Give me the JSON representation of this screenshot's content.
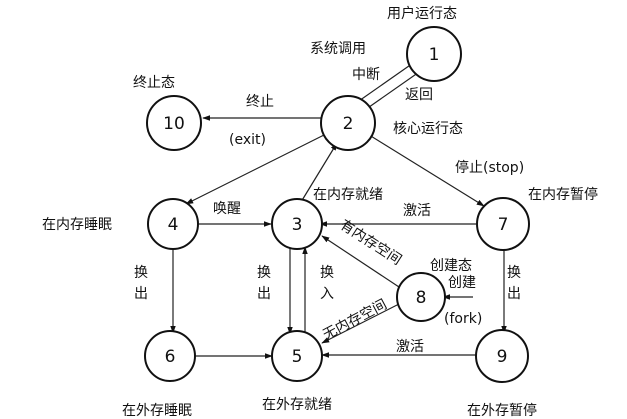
{
  "nodes": [
    {
      "id": "1",
      "label": "1",
      "caption": "用户运行态"
    },
    {
      "id": "2",
      "label": "2",
      "caption": "核心运行态"
    },
    {
      "id": "3",
      "label": "3",
      "caption": "在内存就绪"
    },
    {
      "id": "4",
      "label": "4",
      "caption": "在内存睡眠"
    },
    {
      "id": "5",
      "label": "5",
      "caption": "在外存就绪"
    },
    {
      "id": "6",
      "label": "6",
      "caption": "在外存睡眠"
    },
    {
      "id": "7",
      "label": "7",
      "caption": "在内存暂停"
    },
    {
      "id": "8",
      "label": "8",
      "caption": "创建态"
    },
    {
      "id": "9",
      "label": "9",
      "caption": "在外存暂停"
    },
    {
      "id": "10",
      "label": "10",
      "caption": "终止态"
    }
  ],
  "edges": [
    {
      "from": "2",
      "to": "1",
      "label": "系统调用"
    },
    {
      "from": "2",
      "to": "1",
      "label": "中断"
    },
    {
      "from": "1",
      "to": "2",
      "label": "返回"
    },
    {
      "from": "2",
      "to": "10",
      "label": "终止",
      "sublabel": "(exit)"
    },
    {
      "from": "2",
      "to": "4",
      "label": ""
    },
    {
      "from": "3",
      "to": "2",
      "label": "在内存就绪"
    },
    {
      "from": "2",
      "to": "7",
      "label": "停止(stop)"
    },
    {
      "from": "4",
      "to": "3",
      "label": "唤醒"
    },
    {
      "from": "7",
      "to": "3",
      "label": "激活"
    },
    {
      "from": "4",
      "to": "6",
      "label": "换出"
    },
    {
      "from": "3",
      "to": "5",
      "label": "换出"
    },
    {
      "from": "5",
      "to": "3",
      "label": "换入"
    },
    {
      "from": "8",
      "to": "3",
      "label": "有内存空间"
    },
    {
      "from": "8",
      "to": "5",
      "label": "无内存空间"
    },
    {
      "from": "external",
      "to": "8",
      "label": "创建",
      "sublabel": "(fork)"
    },
    {
      "from": "7",
      "to": "9",
      "label": "换出"
    },
    {
      "from": "9",
      "to": "5",
      "label": "激活"
    },
    {
      "from": "6",
      "to": "5",
      "label": ""
    }
  ]
}
